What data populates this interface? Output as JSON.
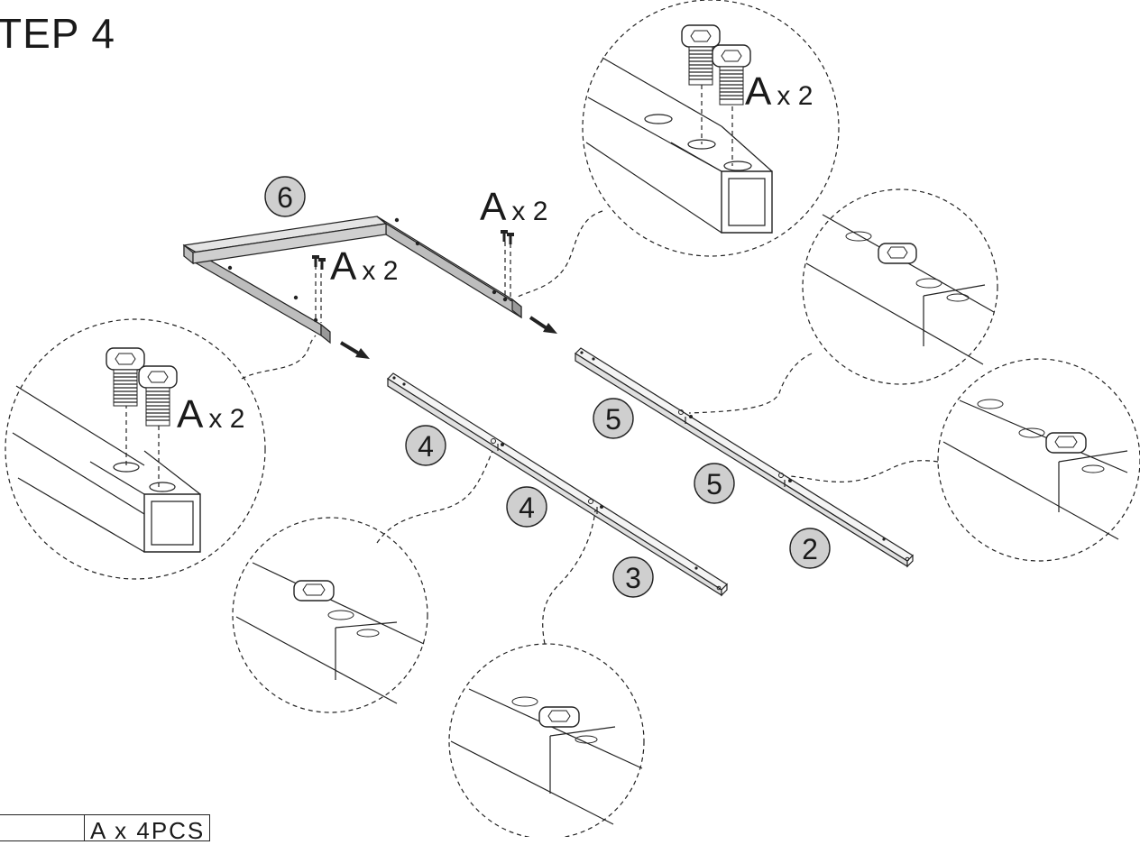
{
  "step": {
    "title": "TEP  4"
  },
  "quantities": {
    "left_zoom": {
      "letter": "A",
      "times": "x 2"
    },
    "right_zoom": {
      "letter": "A",
      "times": "x 2"
    },
    "frame_left": {
      "letter": "A",
      "times": "x 2"
    },
    "frame_right": {
      "letter": "A",
      "times": "x 2"
    }
  },
  "part_numbers": {
    "frame": "6",
    "rail_left_a": "4",
    "rail_left_b": "4",
    "rail_right_a": "5",
    "rail_right_b": "5",
    "rail_left_end": "3",
    "rail_right_end": "2"
  },
  "legend": {
    "label": "A x 4PCS"
  },
  "colors": {
    "badge_fill": "#cfcfcf",
    "frame_fill": "#bdbdbd",
    "line": "#222222"
  }
}
